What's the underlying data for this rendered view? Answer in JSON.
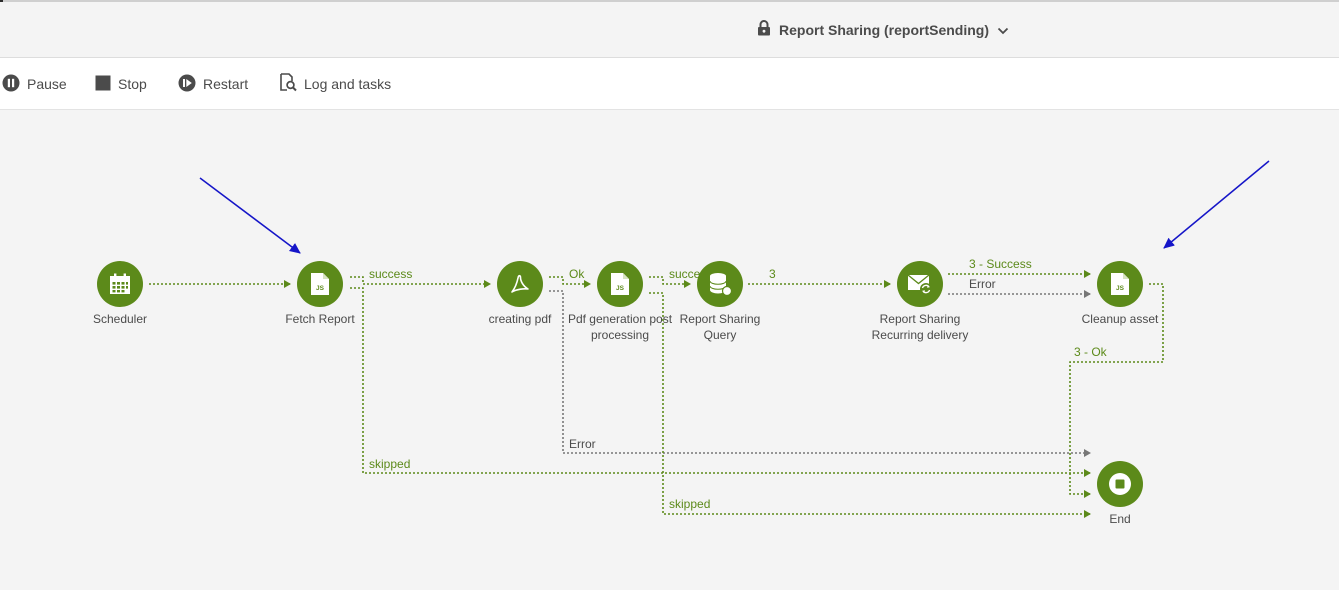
{
  "header": {
    "title": "Report Sharing (reportSending)"
  },
  "toolbar": {
    "pause": "Pause",
    "stop": "Stop",
    "restart": "Restart",
    "log": "Log and tasks"
  },
  "nodes": {
    "scheduler": "Scheduler",
    "fetch_report": "Fetch Report",
    "creating_pdf": "creating pdf",
    "pdf_post": "Pdf generation post processing",
    "query": "Report Sharing Query",
    "delivery": "Report Sharing Recurring delivery",
    "cleanup": "Cleanup asset",
    "end": "End"
  },
  "transitions": {
    "fetch_success": "success",
    "fetch_skipped": "skipped",
    "pdf_ok": "Ok",
    "pdf_error": "Error",
    "post_success": "succe",
    "post_skipped": "skipped",
    "query_3": "3",
    "delivery_success": "3 - Success",
    "delivery_error": "Error",
    "cleanup_ok": "3 - Ok"
  },
  "colors": {
    "node": "#5c8a1a",
    "arrow": "#1515c8",
    "grey_link": "#777777"
  }
}
